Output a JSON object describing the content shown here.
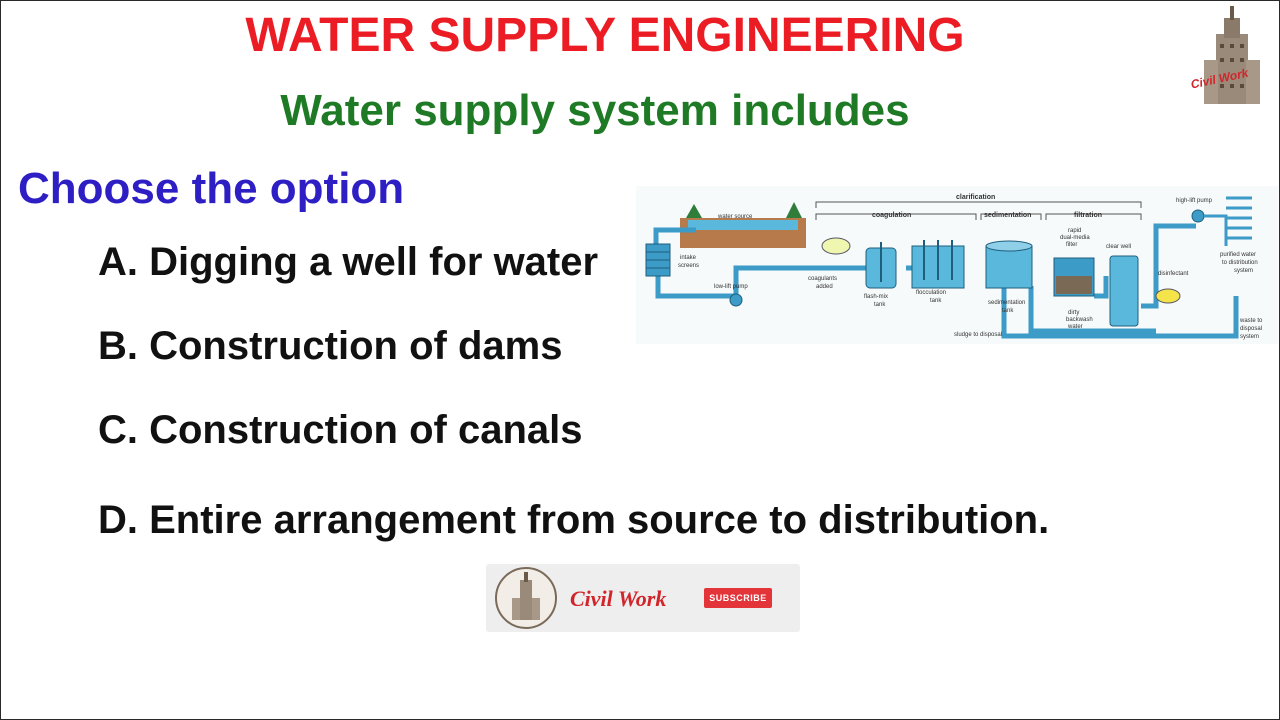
{
  "header": {
    "title": "WATER SUPPLY ENGINEERING",
    "subtitle": "Water supply system includes"
  },
  "question": {
    "prompt": "Choose the option",
    "options": [
      {
        "label": "A. Digging a well for water"
      },
      {
        "label": "B. Construction of dams"
      },
      {
        "label": "C. Construction of canals"
      },
      {
        "label": "D. Entire arrangement from source to distribution."
      }
    ]
  },
  "diagram": {
    "labels": {
      "clarification": "clarification",
      "coagulation": "coagulation",
      "sedimentation": "sedimentation",
      "filtration": "filtration",
      "water_source": "water source",
      "intake_screens_1": "intake",
      "intake_screens_2": "screens",
      "low_lift_pump": "low-lift pump",
      "coagulants_1": "coagulants",
      "coagulants_2": "added",
      "flash_mix_1": "flash-mix",
      "flash_mix_2": "tank",
      "flocculation_1": "flocculation",
      "flocculation_2": "tank",
      "sedimentation_tank_1": "sedimentation",
      "sedimentation_tank_2": "tank",
      "sludge": "sludge to disposal",
      "rapid_filter_1": "rapid",
      "rapid_filter_2": "dual-media",
      "rapid_filter_3": "filter",
      "clear_well": "clear well",
      "dirty_1": "dirty",
      "dirty_2": "backwash",
      "dirty_3": "water",
      "disinfectant": "disinfectant",
      "high_lift_pump": "high-lift pump",
      "purified_1": "purified water",
      "purified_2": "to distribution",
      "purified_3": "system",
      "waste_1": "waste to",
      "waste_2": "disposal",
      "waste_3": "system"
    }
  },
  "branding": {
    "channel_name": "Civil Work",
    "subscribe_label": "SUBSCRIBE",
    "logo_text": "Civil Work"
  },
  "colors": {
    "title": "#ec1c24",
    "subtitle": "#1e7a24",
    "prompt": "#2e1fc4",
    "option_text": "#111111",
    "pipe": "#3d9bc7",
    "brand_red": "#d0252b"
  }
}
